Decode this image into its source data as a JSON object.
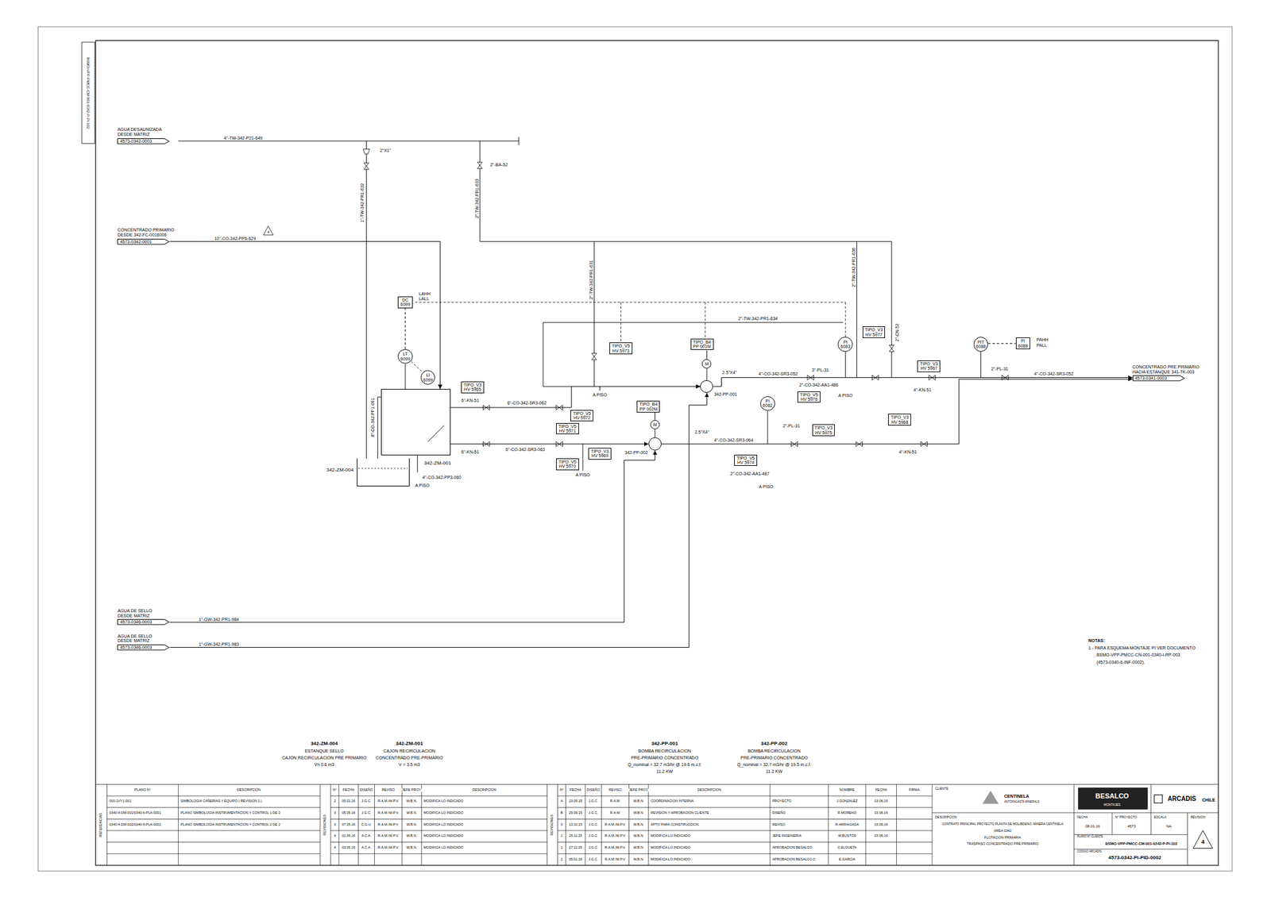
{
  "diagram": {
    "nodes": [
      {
        "text": [
          "AGUA DESAUNIZADA DESDE MATRIZ",
          "4573-0342-0003"
        ]
      },
      {
        "text": [
          "CONCENTRADO PRIMARIO DESDE 342-FC-0016006",
          "4573-0342-0001"
        ]
      },
      {
        "text": [
          "CONCENTRADO PRE PRIMARIO HACIA ESTANQUE 341-TK-003",
          "4573-0341-0003"
        ]
      },
      {
        "text": [
          "AGUA DE SELLO DESDE MATRIZ",
          "4573-0346-0003"
        ]
      },
      {
        "text": [
          "AGUA DE SELLO DESDE MATRIZ",
          "4573-0346-0003"
        ]
      },
      {
        "text": [
          "DC",
          "6099"
        ]
      },
      {
        "text": [
          "LT",
          "6099"
        ]
      },
      {
        "text": [
          "LI",
          "6099"
        ]
      },
      {
        "text": [
          "342-ZM-004"
        ]
      },
      {
        "text": [
          "342-ZM-001"
        ]
      },
      {
        "text": [
          "TIPO_V3",
          "HV 5965"
        ]
      },
      {
        "text": [
          "TIPO_V5",
          "HV 5973"
        ]
      },
      {
        "text": [
          "TIPO_B4",
          "PP 001M"
        ]
      },
      {
        "text": [
          "M"
        ]
      },
      {
        "text": [
          "342-PP-001"
        ]
      },
      {
        "text": [
          "TIPO_V5",
          "HV 5972"
        ]
      },
      {
        "text": [
          "TIPO_V5",
          "HV 5971"
        ]
      },
      {
        "text": [
          "TIPO_B4",
          "PP 002M"
        ]
      },
      {
        "text": [
          "M"
        ]
      },
      {
        "text": [
          "342-PP-002"
        ]
      },
      {
        "text": [
          "TIPO_V3",
          "HV 5969"
        ]
      },
      {
        "text": [
          "TIPO_V5",
          "HV 5970"
        ]
      },
      {
        "text": [
          "PI",
          "6082"
        ]
      },
      {
        "text": [
          "TIPO_V5",
          "HV 5974"
        ]
      },
      {
        "text": [
          "TIPO_V5",
          "HV 5976"
        ]
      },
      {
        "text": [
          "TIPO_V3",
          "HV 5975"
        ]
      },
      {
        "text": [
          "PI",
          "6083"
        ]
      },
      {
        "text": [
          "TIPO_V3",
          "HV 5977"
        ]
      },
      {
        "text": [
          "TIPO_V3",
          "HV 5967"
        ]
      },
      {
        "text": [
          "TIPO_V3",
          "HV 5968"
        ]
      },
      {
        "text": [
          "PIT",
          "6088"
        ]
      },
      {
        "text": [
          "PI",
          "6088"
        ]
      }
    ],
    "edges": [
      {
        "from": 1,
        "to": 9,
        "arrow": "to",
        "label": "10\"-CO-342-PP6-629"
      },
      {
        "from": 9,
        "to": 14,
        "arrow": "to",
        "label": "6\"-CO-342-SR3-062"
      },
      {
        "from": 9,
        "to": 19,
        "arrow": "to",
        "label": "6\"-CO-342-SR3-063"
      },
      {
        "from": 14,
        "to": 2,
        "arrow": "to",
        "label": "4\"-CO-342-SR3-052"
      },
      {
        "from": 19,
        "to": 2,
        "arrow": "to",
        "label": "4\"-CO-342-SR3-064"
      },
      {
        "from": 3,
        "to": 19,
        "arrow": "to",
        "label": "1\"-GW-342-PR1-984"
      },
      {
        "from": 4,
        "to": 14,
        "arrow": "to",
        "label": "1\"-GW-342-PR1-983"
      },
      {
        "from": 6,
        "to": 5,
        "arrow": "none"
      },
      {
        "from": 30,
        "to": 31,
        "arrow": "none"
      },
      {
        "from": 12,
        "to": 13,
        "arrow": "none"
      },
      {
        "from": 17,
        "to": 18,
        "arrow": "none"
      }
    ],
    "labels": [
      "4\"-TW-342-P21-649",
      "2\"X1\"",
      "1\"-TW-342-PR1-632",
      "2\"-BA-52",
      "2\"-TW-342-PR1-633",
      "4",
      "LAHH",
      "LALL",
      "2\"-TW-342-PR1-631",
      "2\"-TW-342-PR1-634",
      "2\"-TW-342-PR1-636",
      "PAHH",
      "PALL",
      "3\"-PL-31",
      "2\"-PL-31",
      "2\"-CN-52",
      "2.5\"X4\"",
      "2.5\"X4\"",
      "4\"-CO-342-SR3-052",
      "2\"-CO-342-AA1-486",
      "2\"-CO-342-AA1-487",
      "2\"-PL-31",
      "6\"-KN-51",
      "6\"-KN-51",
      "4\"-KN-51",
      "4\"-KN-51",
      "A PISO",
      "A PISO",
      "A PISO",
      "A PISO",
      "A PISO",
      "4\"-CO-342-PP3-060",
      "8\"-CO-342-PP1-061",
      "342-ZM-004",
      "ESTANQUE SELLO",
      "CAJON RECIRCULACION PRE PRIMARIO",
      "Vn 0.6 m3",
      "342-ZM-001",
      "CAJON RECIRCULACION",
      "CONCENTRADO PRE-PRIMARIO",
      "V = 3.5 m3",
      "342-PP-001",
      "BOMBA RECIRCULACION",
      "PRE-PRIMARIO CONCENTRADO",
      "Q_nominal = 32.7 m3/hr @ 19.6 m.c.f.",
      "11.2 KW",
      "342-PP-002",
      "BOMBA RECIRCULACION",
      "PRE-PRIMARIO CONCENTRADO",
      "Q_nominal = 32.7 m3/hr @ 19.5 m.c.f.",
      "11.2 KW",
      "NOTAS:",
      "1.- PARA ESQUEMA MONTAJE PI VER DOCUMENTO",
      "BSMO-VPP-PMCC-CN-001-0340-I-RP-003",
      "(4573-0340-6-INF-0002).",
      "BSMO-VPP-PMCC-CM-001-0342-P-PI-102",
      "REFERENCIAS",
      "PLANO N°",
      "DESCRIPCION",
      "000-1VY1-001",
      "SIMBOLOGIA CAÑERIAS Y EQUIPO ( REVISION 1 )",
      "0340-4-DM-001/0340-6-PLA-0001",
      "PLANO SIMBOLOGIA INSTRUMENTACION Y CONTROL 1 DE 2",
      "0340-4-DM-002/0340-6-PLA-0002",
      "PLANO SIMBOLOGIA INSTRUMENTACION Y CONTROL 2 DE 2",
      "REVISIONES",
      "N°",
      "FECHA",
      "DISEÑO",
      "REVISO",
      "JEFE PROY.",
      "DESCRIPCION",
      "2",
      "05.01.16",
      "J.G.C.",
      "R.A.M./W.P.V.",
      "W.B.N.",
      "MODIFICA LO INDICADO",
      "3",
      "05.05.16",
      "J.G.C.",
      "R.A.M./W.P.V.",
      "W.B.N.",
      "MODIFICA LO INDICADO",
      "3",
      "07.05.16",
      "C.G.U.",
      "R.A.M./W.P.V.",
      "W.B.N.",
      "MODIFICA LO INDICADO",
      "4",
      "02.06.16",
      "A.C.A.",
      "R.A.M./W.P.V.",
      "W.B.N.",
      "MODIFICA LO INDICADO",
      "4",
      "03.06.16",
      "A.C.A.",
      "R.A.M./W.P.V.",
      "W.B.N.",
      "MODIFICA LO INDICADO",
      "REVISIONES",
      "N°",
      "FECHA",
      "DISEÑO",
      "REVISO",
      "JEFE PROY.",
      "DESCRIPCION",
      "A",
      "23.09.15",
      "J.G.C.",
      "R.A.M.",
      "W.B.N.",
      "COORDINACION INTERNA",
      "B",
      "29.09.15",
      "J.G.C.",
      "R.A.M.",
      "W.B.N.",
      "REVISION Y APROBACION CLIENTE",
      "0",
      "13.10.15",
      "J.G.C.",
      "R.A.M./W.P.V.",
      "W.B.N.",
      "APTO PARA CONSTRUCCION",
      "1",
      "26.11.15",
      "J.G.C.",
      "R.A.M./W.P.V.",
      "W.B.N.",
      "MODIFICA LO INDICADO",
      "1",
      "27.11.15",
      "J.G.C.",
      "R.A.M./W.P.V.",
      "W.B.N.",
      "MODIFICA LO INDICADO",
      "2",
      "05.01.16",
      "J.G.C.",
      "R.A.M./W.P.V.",
      "W.B.N.",
      "MODIFICA LO INDICADO",
      "NOMBRE",
      "FECHA",
      "FIRMA",
      "PROYECTO",
      "J.GONZALEZ",
      "03.06.16",
      "DISEÑO",
      "R.MORENO",
      "03.06.16",
      "REVISO",
      "R.ARRIAGADA",
      "03.06.16",
      "JEFE INGENIERIA",
      "W.BUSTOS",
      "03.06.16",
      "APROBACION BESALCO",
      "C.ELGUETA",
      "APROBACION BESALCO 2",
      "E.GARCIA",
      "CLIENTE",
      "CENTINELA",
      "ANTOFAGASTA MINERALS",
      "DESCRIPCION",
      "CONTRATO PRINCIPAL PROYECTO PLANTA DE MOLIBDENO, MINERA CENTINELA",
      "AREA 0342",
      "FLOTACION PRIMARIA",
      "TRASPASO CONCENTRADO PRE PRIMARIO",
      "BESALCO",
      "MONTAJES",
      "ARCADIS",
      "CHILE",
      "FECHA",
      "08.01.16",
      "N° PROYECTO",
      "4573",
      "ESCALA",
      "NA",
      "REVISION",
      "4",
      "PLANO N° CLIENTE",
      "BSMO-VPP-PMCC-CM-001-0342-P-PI-102",
      "CODIGO ARCADIS",
      "4573-0342-PI-PID-0002"
    ]
  }
}
